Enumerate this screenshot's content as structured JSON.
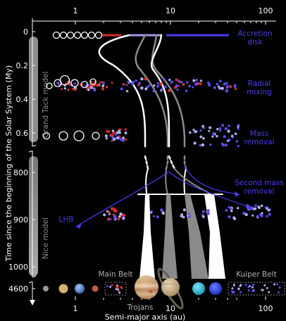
{
  "x_axis": {
    "label": "Semi-major axis (au)",
    "ticks": [
      "1",
      "10",
      "100"
    ]
  },
  "y_axis": {
    "label": "Time since the beginning of the Solar System (My)",
    "ticks": [
      "0",
      "0.2",
      "0.4",
      "0.6",
      "800",
      "900",
      "1000",
      "4600"
    ]
  },
  "models": {
    "grand_tack": "Grand Tack model",
    "nice": "Nice model"
  },
  "annotations": {
    "accretion_line1": "Accretion",
    "accretion_line2": "disk",
    "radial_line1": "Radial",
    "radial_line2": "mixing",
    "mass_line1": "Mass",
    "mass_line2": "removal",
    "second_line1": "Second mass",
    "second_line2": "removal",
    "lhb": "LHB"
  },
  "bottom_labels": {
    "main_belt": "Main Belt",
    "kuiper_belt": "Kuiper Belt",
    "trojans": "Trojans"
  },
  "colors": {
    "background": "#000000",
    "annotation": "#4a3cf0",
    "s_type_red": "#d03030",
    "c_type_blue": "#5a4ef0",
    "pale": "#b0b0e8"
  },
  "icons": [
    "mercury-icon",
    "venus-icon",
    "earth-icon",
    "mars-icon",
    "jupiter-icon",
    "saturn-icon",
    "uranus-icon",
    "neptune-icon"
  ]
}
